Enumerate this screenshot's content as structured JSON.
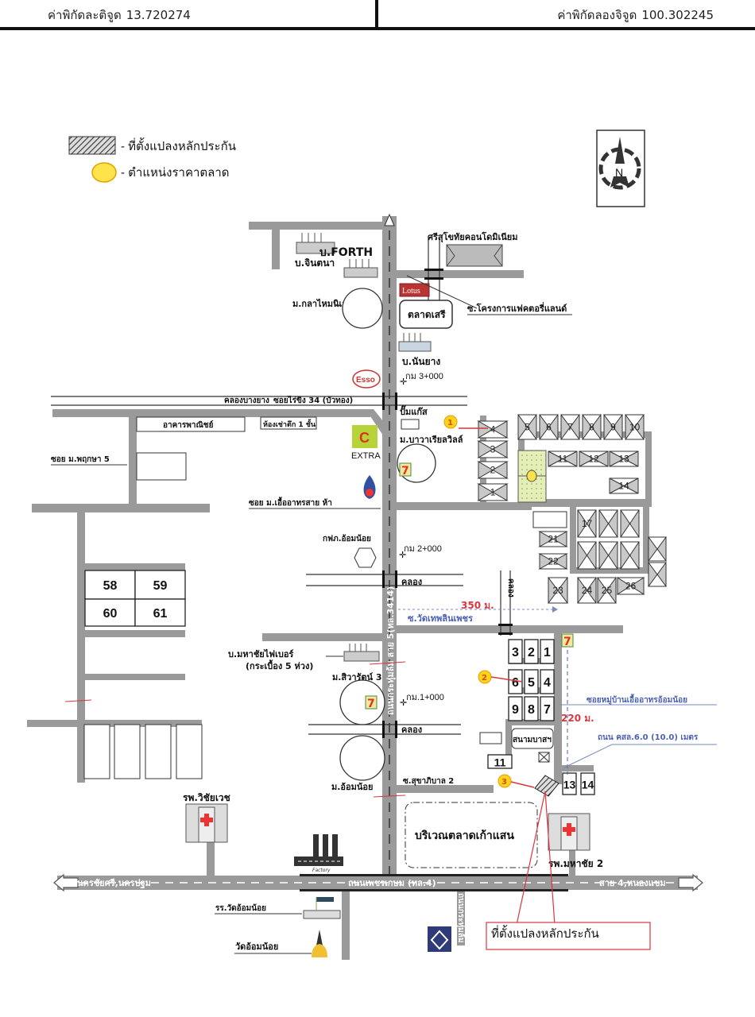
{
  "header": {
    "latitude_label": "ค่าพิกัดละติจูด",
    "latitude_value": "13.720274",
    "longitude_label": "ค่าพิกัดลองจิจูด",
    "longitude_value": "100.302245"
  },
  "legend": {
    "collateral": "- ที่ตั้งแปลงหลักประกัน",
    "market_price": "- ตำแหน่งราคาตลาด"
  },
  "compass": {
    "letter": "N"
  },
  "labels": {
    "jintana": "บ.จินตนา",
    "forth": "บ.FORTH",
    "sri_suthai": "ศรีสุโขทัยคอนโดมิเนียม",
    "lotus": "Lotus",
    "klanai": "ม.กลาไหมนิเวศน์",
    "talad_seri": "ตลาดเสรี",
    "soi_project": "ซ.โครงการแฟคตอรี่แลนด์",
    "nanyang": "บ.นันยาง",
    "km3": "กม 3+000",
    "esso": "Esso",
    "khlong_bangyang": "คลองบางยาง",
    "soi_raiking": "ซอยไร่ขิง 34 (บัวทอง)",
    "commercial": "อาคารพาณิชย์",
    "rental": "ห้องเช่าตึก 1 ชั้น",
    "gas_pump": "ปั๊มแก๊ส",
    "extra": "EXTRA",
    "bawa": "ม.บาวาเรียลวิลล์",
    "soi_pruksa": "ซอย ม.พฤกษา 5",
    "soi_chuea": "ซอย ม.เอื้ออาทรสาย ห้า",
    "kfp": "กฟภ.อ้อมน้อย",
    "km2": "กม 2+000",
    "khlong": "คลอง",
    "khlong_v": "คลอง",
    "dist_350": "350 ม.",
    "soi_wat": "ซ.วัดเทพลินเพชร",
    "main_road": "ถนนกระทุ่มล้ม สาย 5(ทล.3414)",
    "mahachai_fiber": "บ.มหาชัยไฟเบอร์",
    "roof": "(กระเบื้อง 5 ห่วง)",
    "siwarat": "ม.สิวารัตน์ 3",
    "km1": "กม.1+000",
    "khlong2": "คลอง",
    "om_noi_village": "ม.อ้อมน้อย",
    "soi_sukha": "ซ.สุขาภิบาล 2",
    "soi_village": "ซอยหมู่บ้านเอื้ออาทรอ้อมน้อย",
    "dist_220": "220 ม.",
    "road_width": "ถนน คสล.6.0 (10.0) เมตร",
    "court": "สนามบาสฯ",
    "market_area": "บริเวณตลาดเก้าแสน",
    "hospital_vichai": "รพ.วิชัยเวช",
    "hospital_mahachai": "รพ.มหาชัย 2",
    "factory": "Factory",
    "road_west": "นครชัยศรี,นครปฐม",
    "petchkasem": "ถนนเพชรเกษม (ทล.4)",
    "road_east": "สาย 4,หนองแขม",
    "school": "รร.วัดอ้อมน้อย",
    "temple": "วัดอ้อมน้อย",
    "collateral_callout": "ที่ตั้งแปลงหลักประกัน",
    "side_road": "ถนนกระทุ่มล้ม"
  },
  "markers": [
    "1",
    "2",
    "3"
  ],
  "lots_east": [
    "4",
    "3",
    "2",
    "1",
    "5",
    "6",
    "7",
    "8",
    "9",
    "10",
    "11",
    "12",
    "13",
    "14",
    "17",
    "21",
    "22",
    "23",
    "24",
    "25",
    "26"
  ],
  "lots_row": [
    "3",
    "2",
    "1",
    "6",
    "5",
    "4",
    "9",
    "8",
    "7",
    "11",
    "13",
    "14"
  ],
  "lots_west": [
    "58",
    "59",
    "60",
    "61"
  ],
  "colors": {
    "road": "#9a9a9a",
    "marker": "#f5c400",
    "accent_red": "#d9363e",
    "accent_blue": "#4a5fb5",
    "field": "#dfeeb0"
  }
}
